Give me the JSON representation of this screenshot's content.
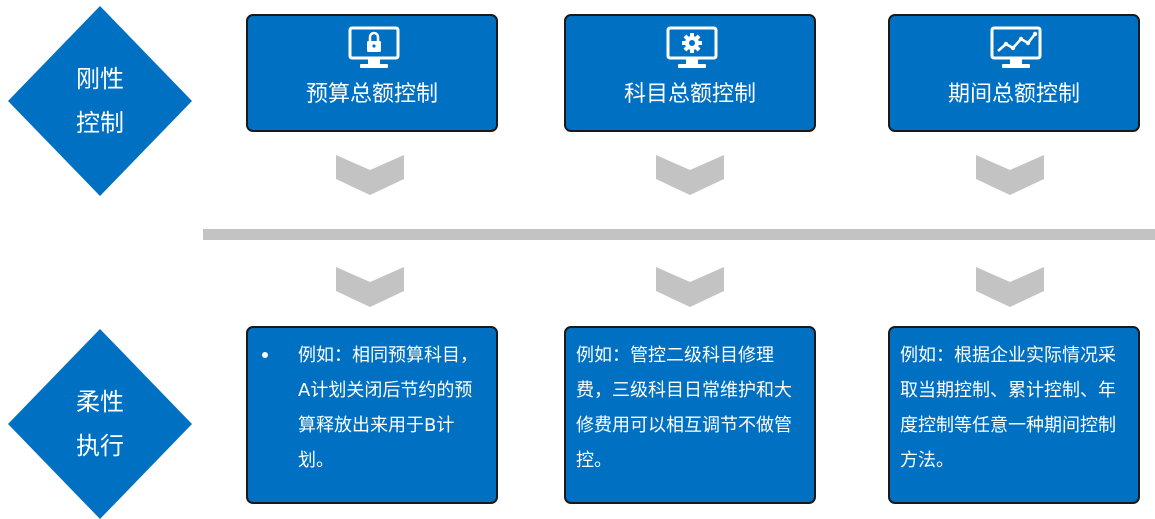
{
  "rigid": {
    "label_line1": "刚性",
    "label_line2": "控制",
    "boxes": [
      {
        "title": "预算总额控制",
        "icon": "monitor-lock-icon"
      },
      {
        "title": "科目总额控制",
        "icon": "monitor-gear-icon"
      },
      {
        "title": "期间总额控制",
        "icon": "monitor-chart-icon"
      }
    ]
  },
  "flexible": {
    "label_line1": "柔性",
    "label_line2": "执行",
    "boxes": [
      {
        "text": "例如：相同预算科目，A计划关闭后节约的预算释放出来用于B计划。"
      },
      {
        "text": "例如：管控二级科目修理费，三级科目日常维护和大修费用可以相互调节不做管控。"
      },
      {
        "text": "例如：根据企业实际情况采取当期控制、累计控制、年度控制等任意一种期间控制方法。"
      }
    ]
  },
  "colors": {
    "box_fill": "#0071c2",
    "diamond_fill": "#0071c2",
    "chevron": "#c3c3c3",
    "divider": "#c3c3c3"
  }
}
